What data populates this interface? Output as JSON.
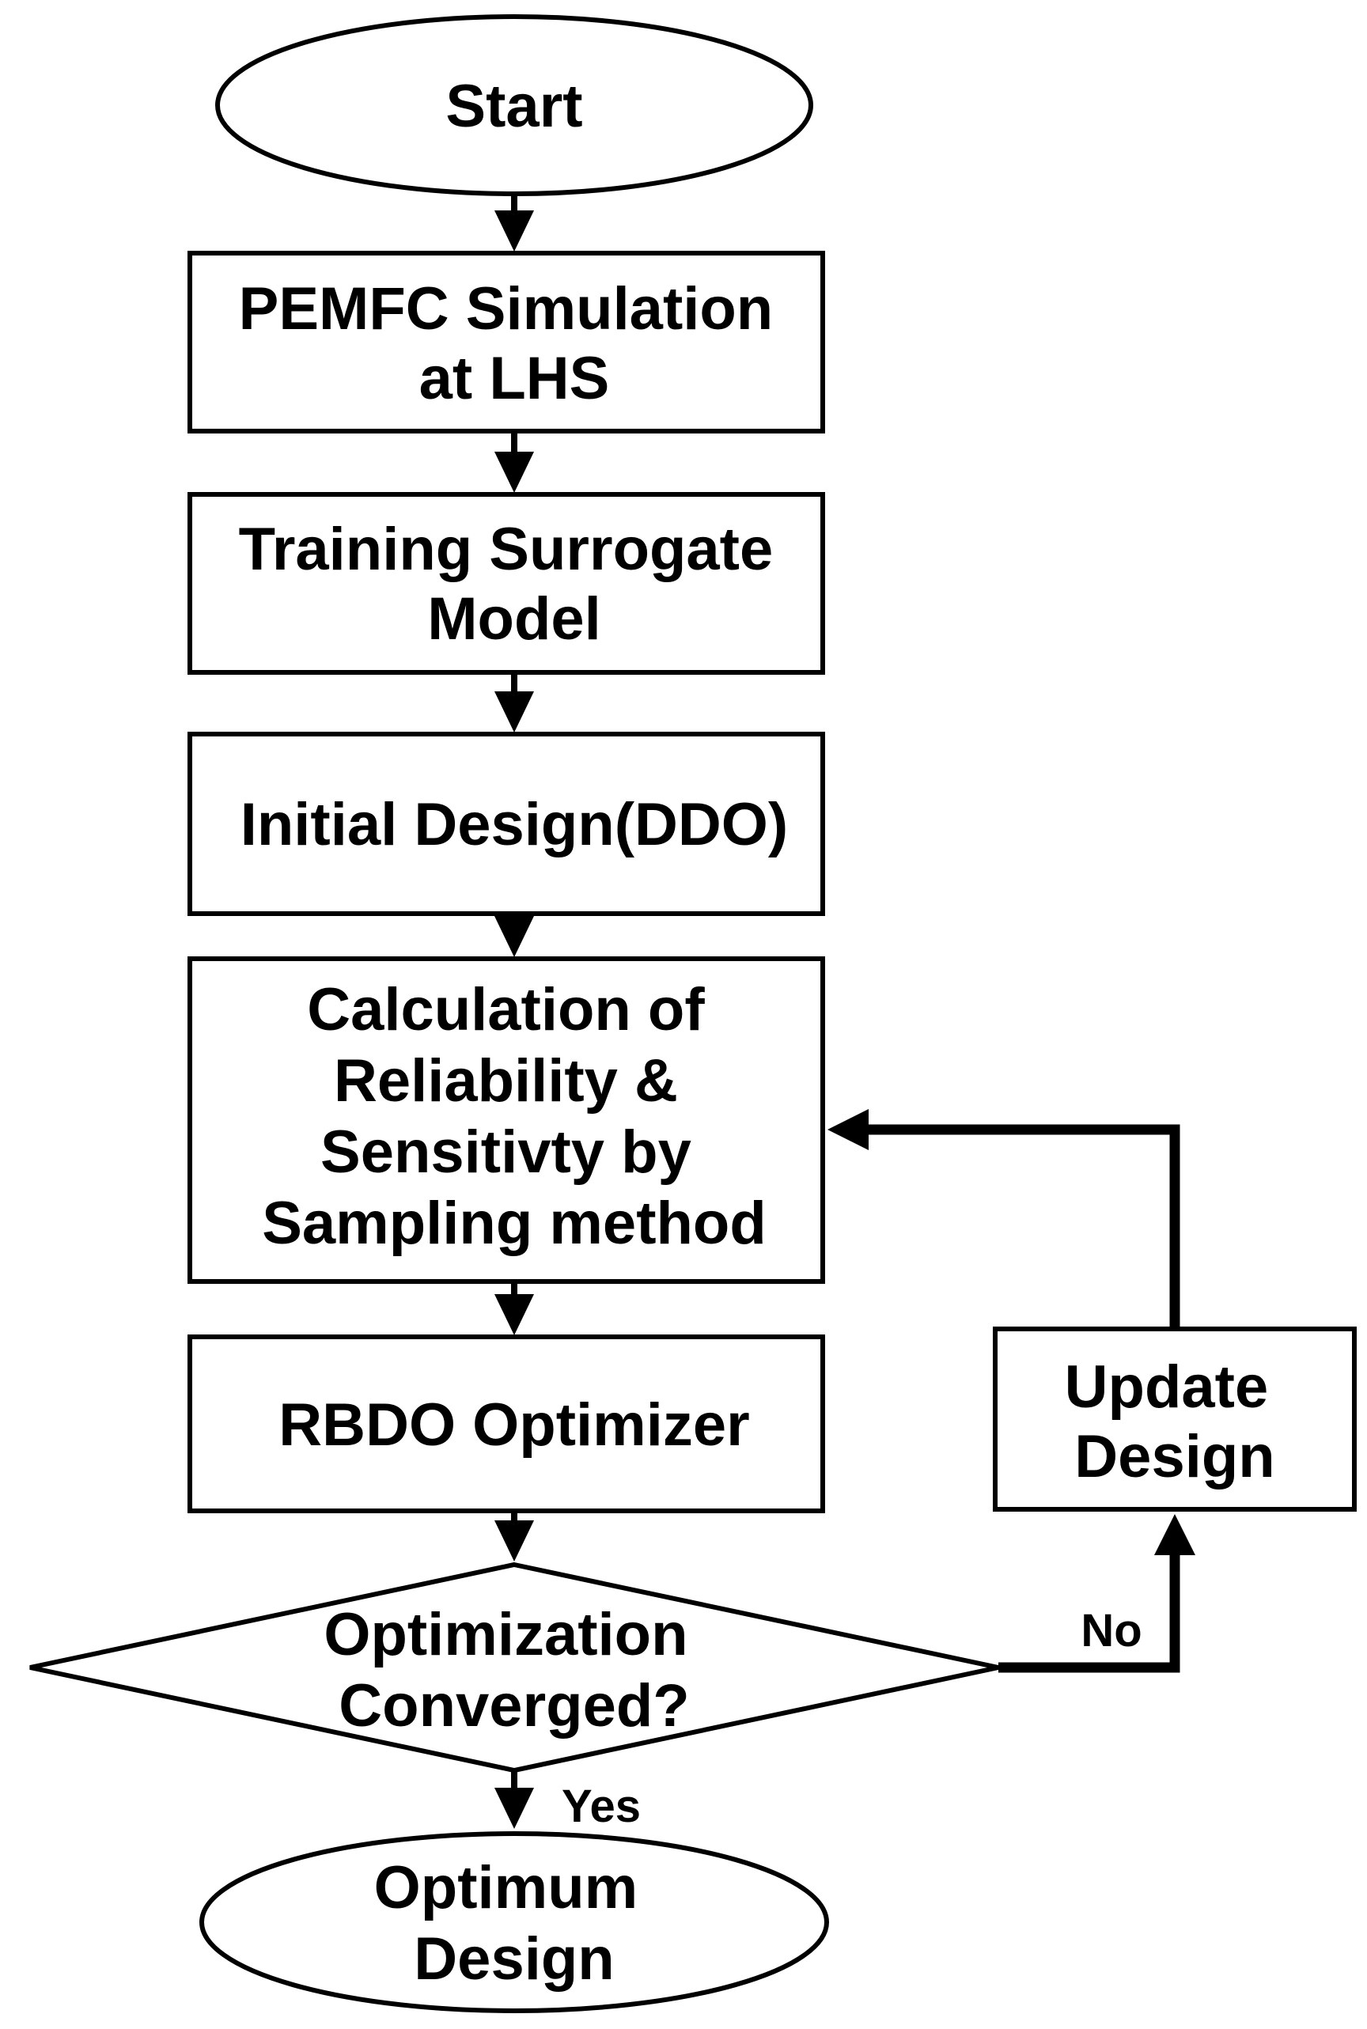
{
  "diagram": {
    "type": "flowchart",
    "colors": {
      "background": "#ffffff",
      "line": "#000000",
      "text": "#000000"
    },
    "nodes": {
      "start": {
        "shape": "ellipse",
        "label": "Start"
      },
      "pemfc": {
        "shape": "process",
        "line1": "PEMFC Simulation",
        "line2": "at LHS"
      },
      "training": {
        "shape": "process",
        "line1": "Training Surrogate",
        "line2": "Model"
      },
      "initial": {
        "shape": "process",
        "line1": "Initial Design(DDO)"
      },
      "calculation": {
        "shape": "process",
        "line1": "Calculation of",
        "line2": "Reliability &",
        "line3": "Sensitivty by",
        "line4": "Sampling method"
      },
      "rbdo": {
        "shape": "process",
        "line1": "RBDO Optimizer"
      },
      "decision": {
        "shape": "diamond",
        "line1": "Optimization",
        "line2": "Converged?"
      },
      "update": {
        "shape": "process",
        "line1": "Update",
        "line2": "Design"
      },
      "optimum": {
        "shape": "ellipse",
        "line1": "Optimum",
        "line2": "Design"
      }
    },
    "edge_labels": {
      "yes": "Yes",
      "no": "No"
    }
  }
}
